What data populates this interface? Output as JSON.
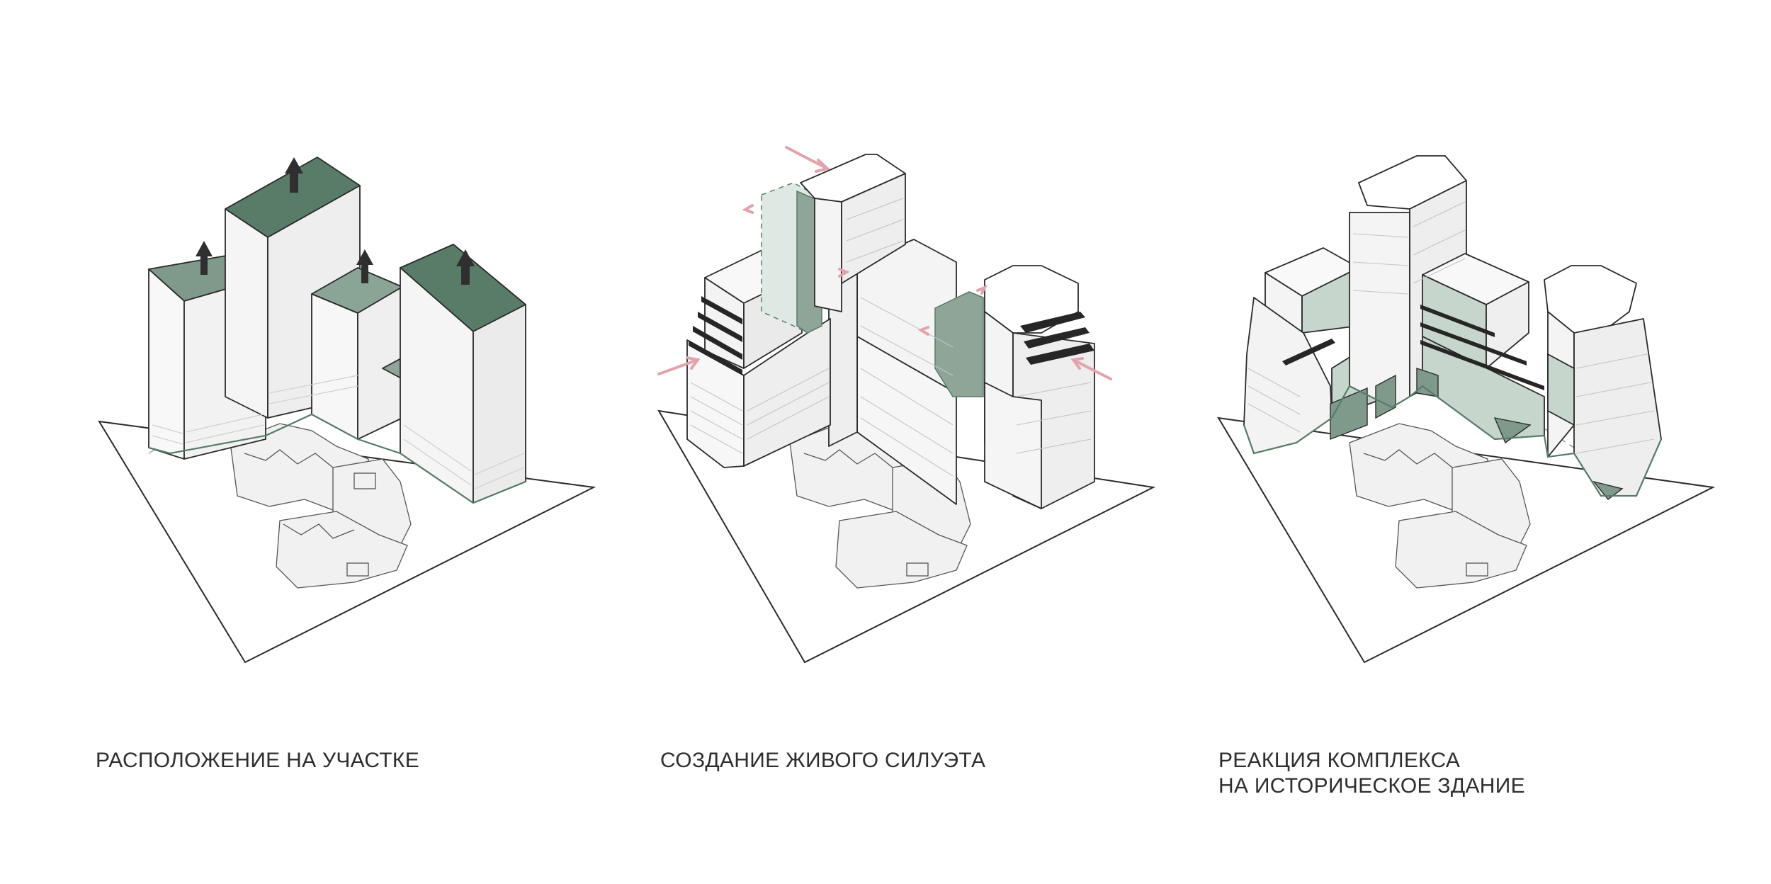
{
  "captions": [
    {
      "lines": [
        "РАСПОЛОЖЕНИЕ НА УЧАСТКЕ"
      ]
    },
    {
      "lines": [
        "СОЗДАНИЕ ЖИВОГО СИЛУЭТА"
      ]
    },
    {
      "lines": [
        "РЕАКЦИЯ КОМПЛЕКСА",
        "НА ИСТОРИЧЕСКОЕ ЗДАНИЕ"
      ]
    }
  ],
  "colors": {
    "stroke": "#2b2b2b",
    "faint": "#b9b9b9",
    "roof_green": "#587c68",
    "roof_green_light": "#7f9a8b",
    "facade_left": "#f6f6f6",
    "facade_right": "#ebebeb",
    "glass_green": "#b9cdc3",
    "dark_band": "#262626",
    "arrow_pink": "#e3a3ad",
    "arrow_dark": "#2f2f2f",
    "historic_fill": "#f1f1f1"
  }
}
